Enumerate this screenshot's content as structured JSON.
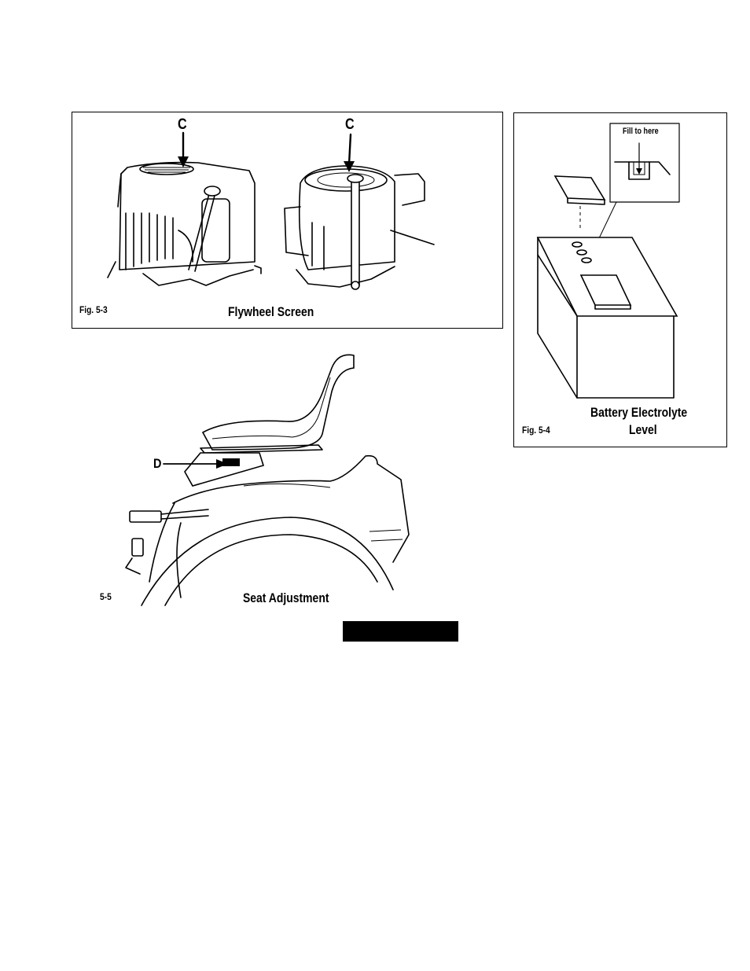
{
  "fig_5_3": {
    "label_left": "C",
    "label_right": "C",
    "fig_number": "Fig. 5-3",
    "caption": "Flywheel Screen"
  },
  "fig_5_4": {
    "callout": "Fill to here",
    "fig_number": "Fig. 5-4",
    "caption_line1": "Battery Electrolyte",
    "caption_line2": "Level"
  },
  "fig_5_5": {
    "label": "D",
    "fig_number": "5-5",
    "caption": "Seat Adjustment"
  }
}
